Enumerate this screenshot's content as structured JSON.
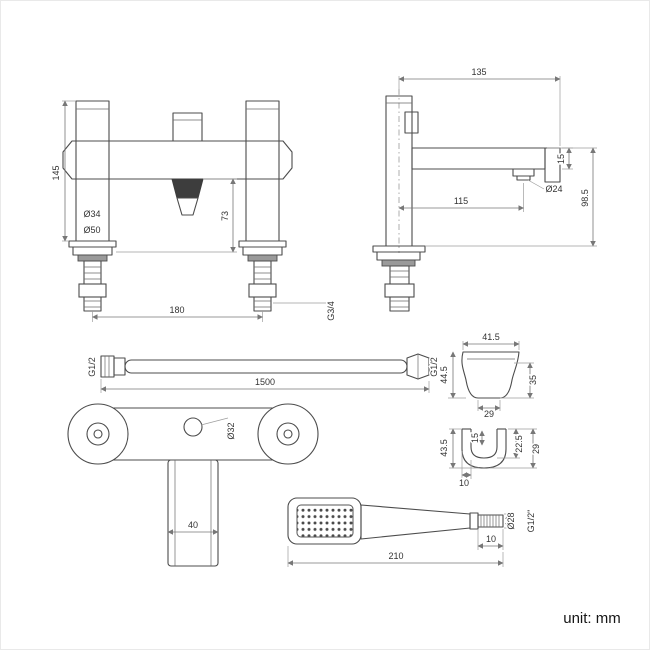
{
  "unit_label": "unit: mm",
  "front_view": {
    "height": "145",
    "shank_dia": "Ø34",
    "base_dia": "Ø50",
    "spout_height": "73",
    "centres": "180",
    "thread": "G3/4"
  },
  "side_view": {
    "top_width": "135",
    "spout_thickness": "15",
    "outlet_dia": "Ø24",
    "reach": "115",
    "height": "98.5"
  },
  "hose": {
    "thread_left": "G1/2",
    "thread_right": "G1/2",
    "length": "1500"
  },
  "top_view": {
    "body_dia": "Ø32",
    "spout_width": "40"
  },
  "bracket_front": {
    "width_top": "41.5",
    "height_left": "44.5",
    "height_right": "35",
    "width_bottom": "29"
  },
  "bracket_side": {
    "height_left": "43.5",
    "slot": "15",
    "depth_inner": "22.5",
    "depth_outer": "29",
    "thickness": "10"
  },
  "handset": {
    "handle_dia": "Ø28",
    "thread": "G1/2\"",
    "thread_length": "10",
    "length": "210"
  }
}
